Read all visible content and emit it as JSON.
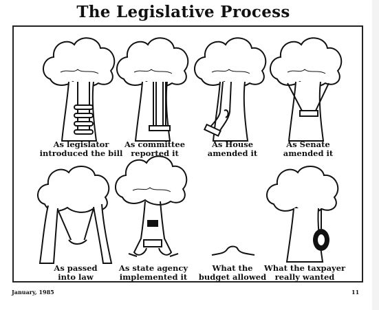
{
  "title": "The Legislative Process",
  "panels": [
    {
      "caption_line1": "As legislator",
      "caption_line2": "introduced the bill"
    },
    {
      "caption_line1": "As committee",
      "caption_line2": "reported it"
    },
    {
      "caption_line1": "As House",
      "caption_line2": "amended it"
    },
    {
      "caption_line1": "As Senate",
      "caption_line2": "amended it"
    },
    {
      "caption_line1": "As passed",
      "caption_line2": "into law"
    },
    {
      "caption_line1": "As state agency",
      "caption_line2": "implemented it"
    },
    {
      "caption_line1": "What the",
      "caption_line2": "budget allowed"
    },
    {
      "caption_line1": "What the taxpayer",
      "caption_line2": "really wanted"
    }
  ],
  "footer": {
    "date": "January, 1985",
    "page": "11"
  },
  "icons": [
    "tree-icon",
    "ladder-swing-icon",
    "plank-swing-icon",
    "twisted-swing-icon",
    "seat-swing-icon",
    "trunk-swing-icon",
    "stump-icon",
    "tire-swing-icon"
  ]
}
